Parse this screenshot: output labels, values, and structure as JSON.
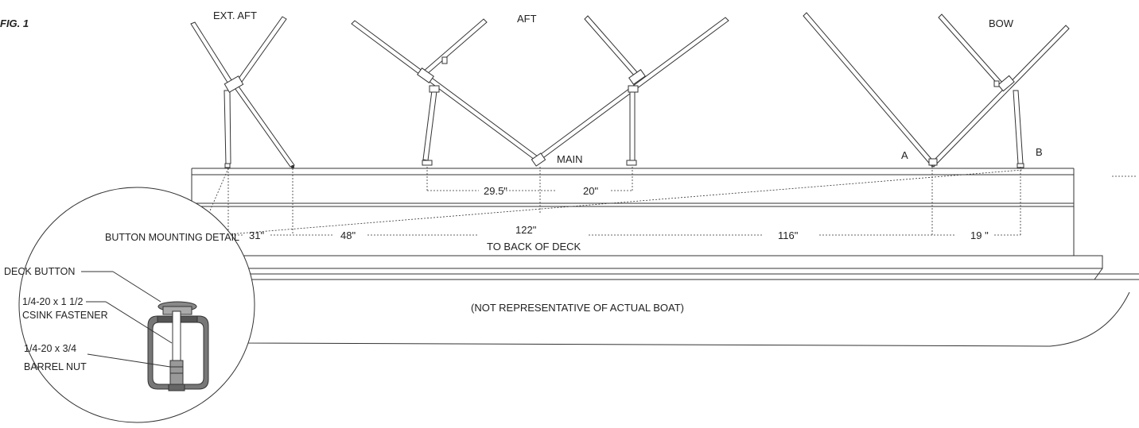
{
  "figure": {
    "fig_label": "FIG. 1",
    "frames": {
      "ext_aft": "EXT. AFT",
      "aft": "AFT",
      "bow": "BOW"
    },
    "points": {
      "main": "MAIN",
      "a": "A",
      "b": "B"
    },
    "dimensions": {
      "d_29_5": "29.5\"",
      "d_20": "20\"",
      "d_122": "122\"",
      "d_31": "31\"",
      "d_48": "48\"",
      "d_116": "116\"",
      "d_19": "19 \""
    },
    "to_back_of_deck": "TO BACK OF DECK",
    "disclaimer": "(NOT REPRESENTATIVE OF ACTUAL BOAT)",
    "detail": {
      "title": "BUTTON MOUNTING DETAIL",
      "deck_button": "DECK BUTTON",
      "fastener_line1": "1/4-20 x 1 1/2",
      "fastener_line2": "CSINK FASTENER",
      "nut_line1": "1/4-20 x 3/4",
      "nut_line2": "BARREL NUT"
    }
  }
}
